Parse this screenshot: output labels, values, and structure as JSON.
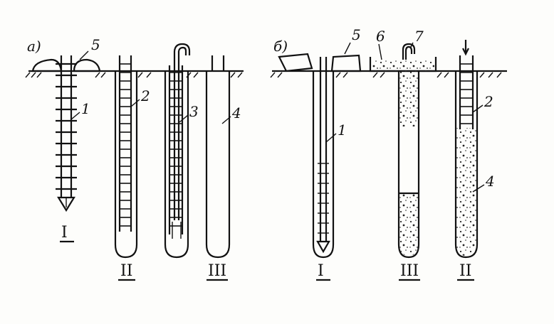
{
  "panels": [
    {
      "id": "a",
      "label": "а)"
    },
    {
      "id": "b",
      "label": "б)"
    }
  ],
  "callouts": {
    "a": [
      "1",
      "2",
      "3",
      "4",
      "5"
    ],
    "b": [
      "1",
      "2",
      "4",
      "5",
      "6",
      "7"
    ]
  },
  "stages": {
    "a": [
      "I",
      "II",
      "III"
    ],
    "b": [
      "I",
      "III",
      "II"
    ]
  }
}
